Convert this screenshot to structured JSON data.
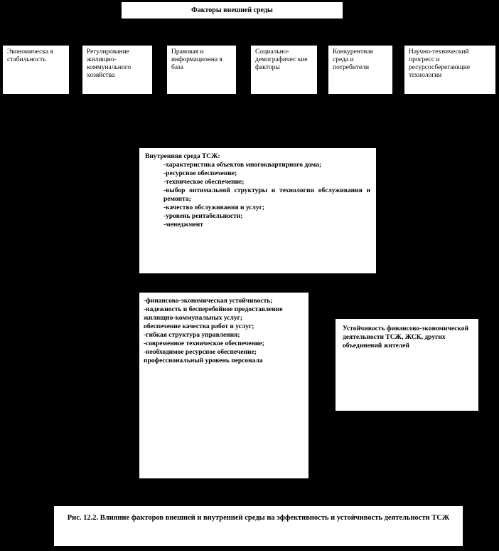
{
  "title": "Факторы внешней среды",
  "external_factors": [
    "Экономическа я стабильность",
    "Регулирование жилищно-коммунального хозяйства",
    "Правовая и информационна я база",
    "Социально-демографичес кие факторы",
    "Конкурентная среда и потребители",
    "Научно-технический прогресс и ресурсосберегающие технологии"
  ],
  "internal": {
    "heading": "Внутренняя среда ТСЖ:",
    "items": [
      "-характеристика объектов многоквартирного дома;",
      "-ресурсное обеспечение;",
      "-техническое обеспечение;",
      "-выбор оптимальной структуры и технологии обслуживания и ремонта;",
      "-качество обслуживания и услуг;",
      "-уровень рентабельности;",
      "-менеджмент"
    ]
  },
  "results": [
    "-финансово-экономическая устойчивость;",
    "-надежность и бесперебойное предоставление жилищно-коммунальных услуг;",
    "обеспечение качества работ и услуг;",
    "-гибкая структура управления;",
    "-современное техническое обеспечение;",
    "-необходимое ресурсное обеспечение;",
    "профессиональный уровень персонала"
  ],
  "stability": "Устойчивость финансово-экономической деятельности ТСЖ, ЖСК, других объединений жителей",
  "caption": "Рис. 12.2. Влияние факторов внешней и внутренней среды на эффективность и устойчивость деятельности ТСЖ"
}
